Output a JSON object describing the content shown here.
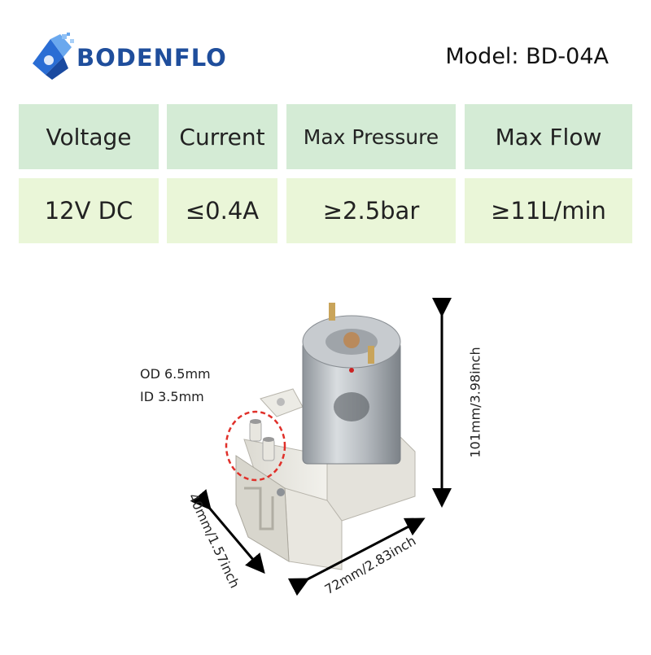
{
  "brand": {
    "name": "BODENFLO"
  },
  "model_label": "Model: BD-04A",
  "specs": {
    "headers": [
      "Voltage",
      "Current",
      "Max Pressure",
      "Max Flow"
    ],
    "values": [
      "12V DC",
      "≤0.4A",
      "≥2.5bar",
      "≥11L/min"
    ]
  },
  "product": {
    "port_od": "OD 6.5mm",
    "port_id": "ID 3.5mm",
    "height_dim": "101mm/3.98inch",
    "width_dim": "40mm/1.57inch",
    "length_dim": "72mm/2.83inch"
  }
}
